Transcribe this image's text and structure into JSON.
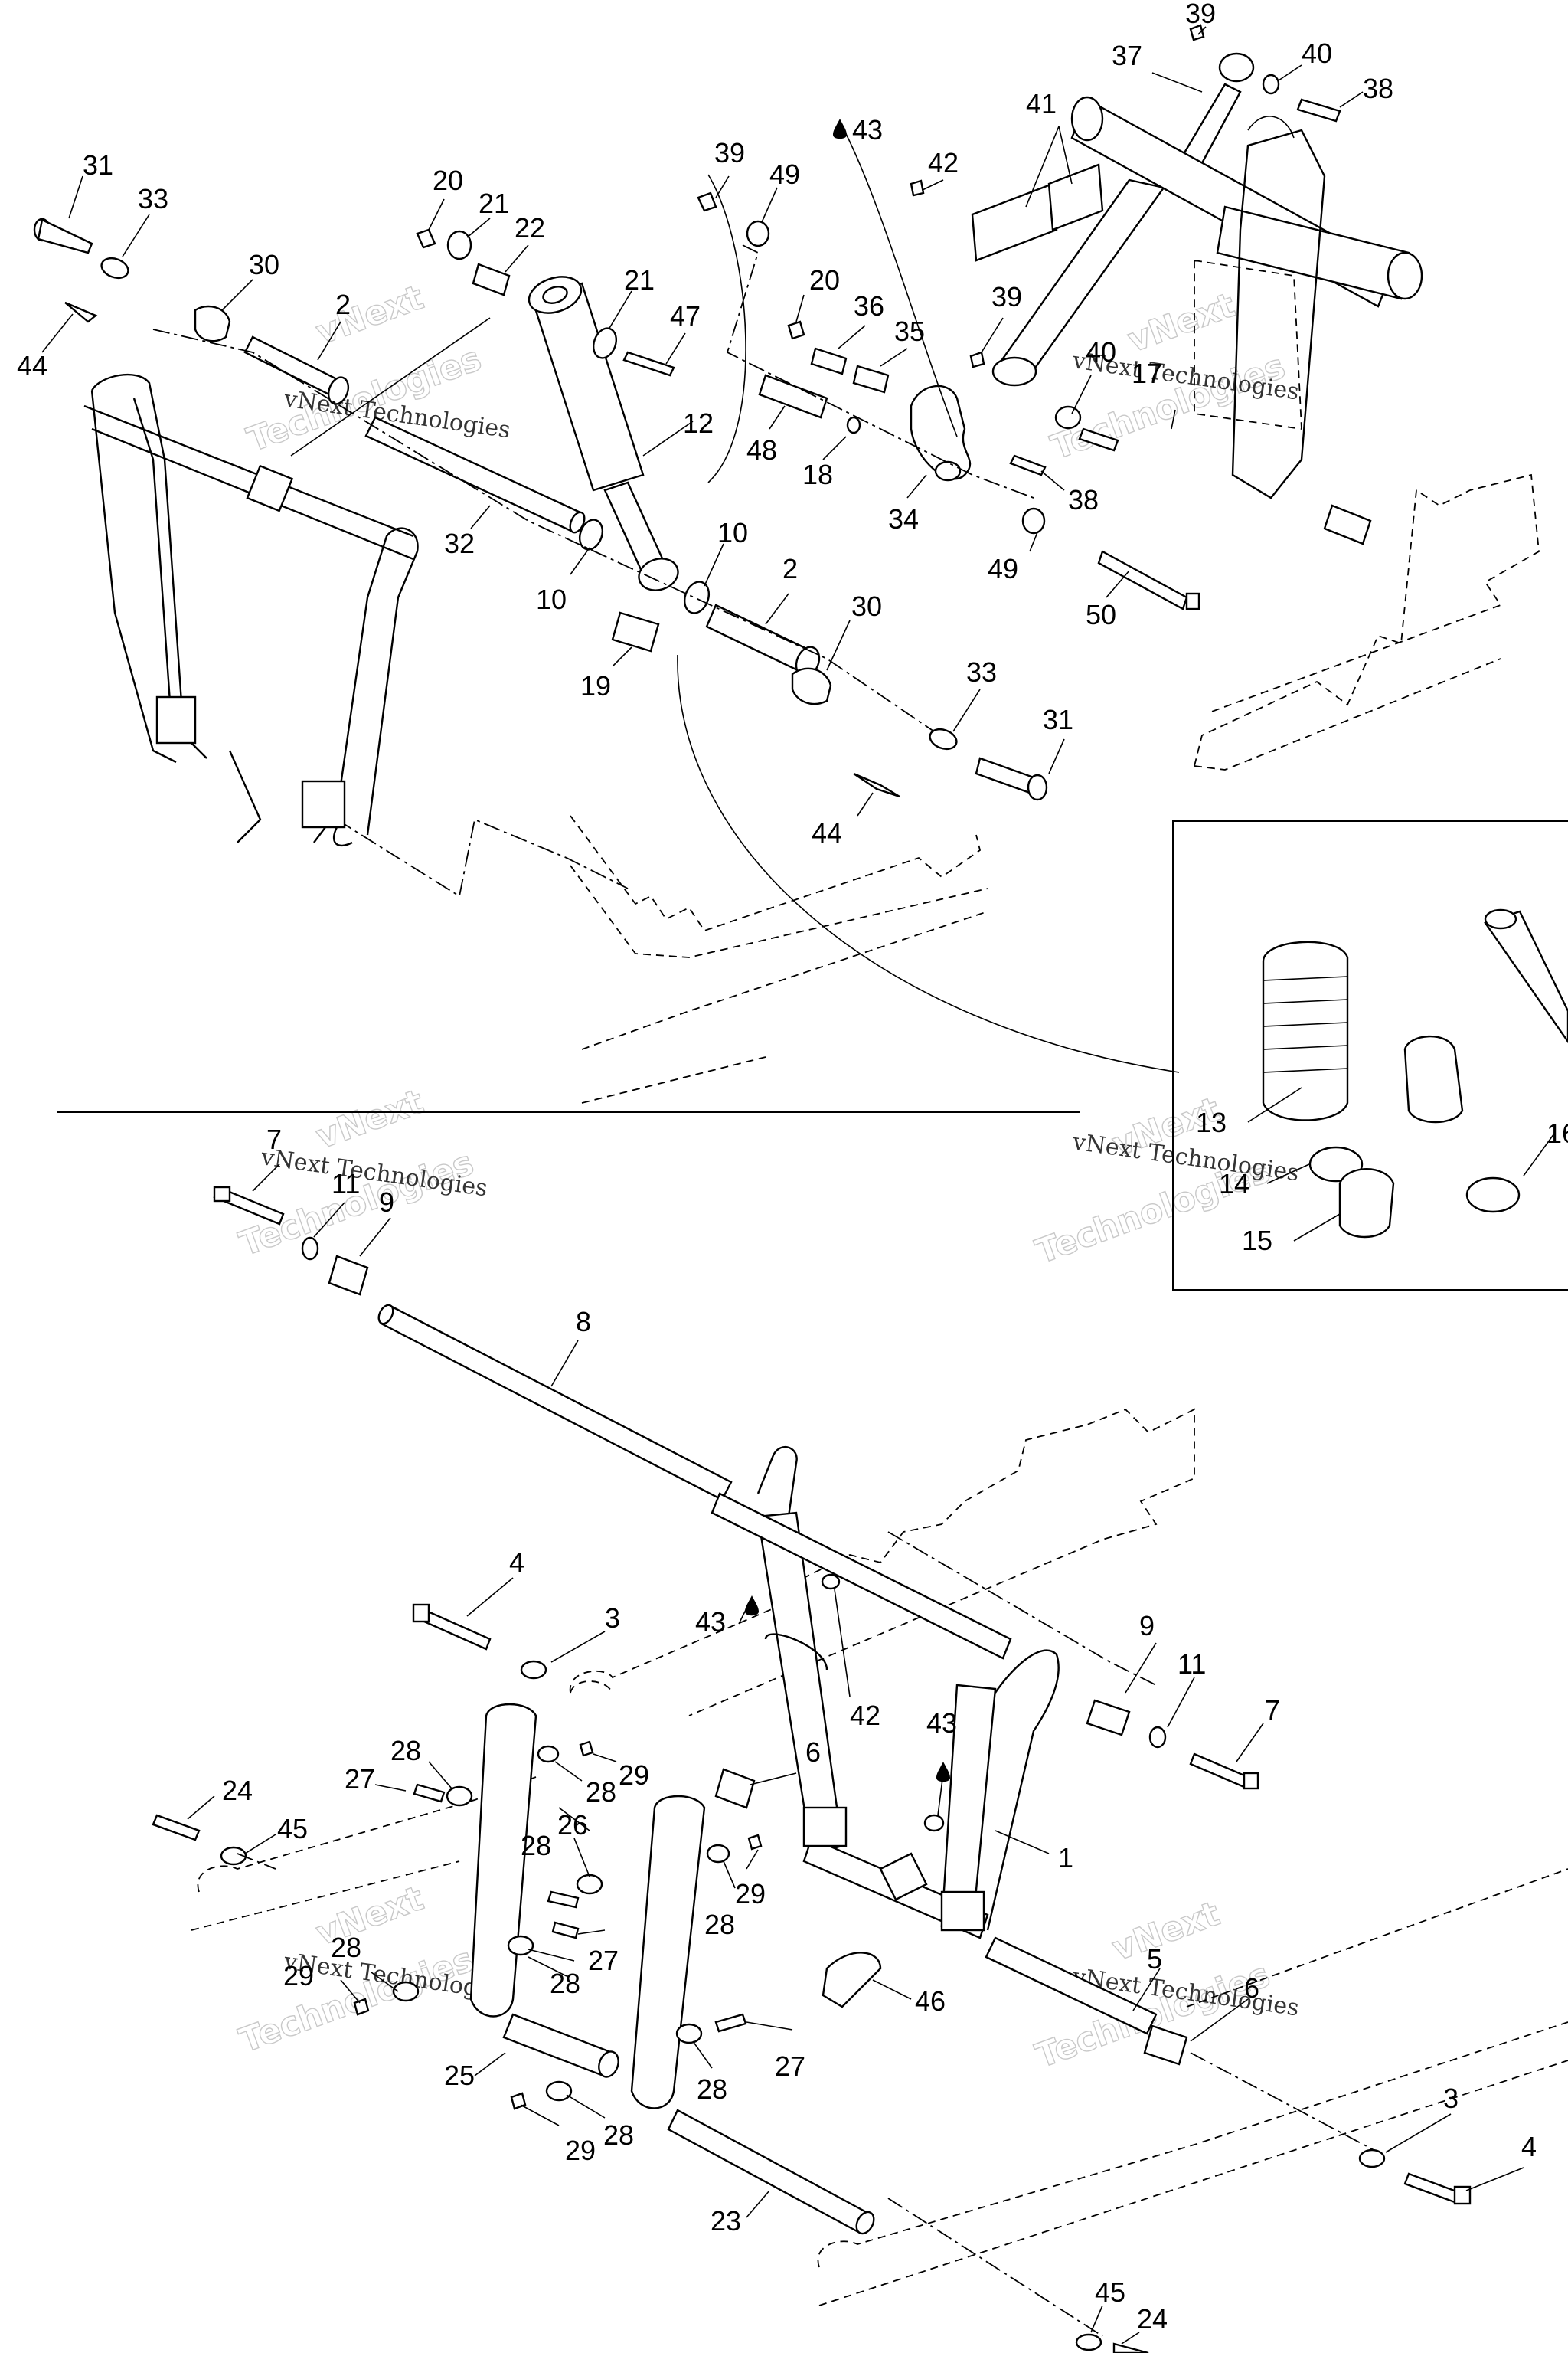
{
  "watermark": {
    "main": "vNext",
    "secondary": "Technologies",
    "caption": "vNext Technologies"
  },
  "callouts": {
    "c1": "31",
    "c2": "33",
    "c3": "30",
    "c4": "2",
    "c5": "44",
    "c6": "20",
    "c7": "21",
    "c8": "22",
    "c9": "21",
    "c10": "47",
    "c11": "12",
    "c12": "32",
    "c13": "10",
    "c14": "10",
    "c15": "2",
    "c16": "30",
    "c17": "19",
    "c18": "33",
    "c19": "31",
    "c20": "44",
    "c21": "39",
    "c22": "49",
    "c23": "43",
    "c24": "42",
    "c25": "20",
    "c26": "36",
    "c27": "35",
    "c28": "48",
    "c29": "18",
    "c30": "34",
    "c31": "38",
    "c32": "49",
    "c33": "50",
    "c34": "39",
    "c35": "37",
    "c36": "40",
    "c37": "38",
    "c38": "41",
    "c39": "39",
    "c40": "40",
    "c41": "17",
    "c42": "13",
    "c43": "14",
    "c44": "15",
    "c45": "16",
    "c46": "7",
    "c47": "11",
    "c48": "9",
    "c49": "8",
    "c50": "4",
    "c51": "3",
    "c52": "43",
    "c53": "42",
    "c54": "43",
    "c55": "6",
    "c56": "1",
    "c57": "9",
    "c58": "11",
    "c59": "7",
    "c60": "28",
    "c61": "27",
    "c62": "29",
    "c63": "28",
    "c64": "24",
    "c65": "45",
    "c66": "26",
    "c67": "28",
    "c68": "29",
    "c69": "28",
    "c70": "28",
    "c71": "27",
    "c72": "29",
    "c73": "28",
    "c74": "46",
    "c75": "5",
    "c76": "6",
    "c77": "25",
    "c78": "27",
    "c79": "28",
    "c80": "28",
    "c81": "29",
    "c82": "23",
    "c83": "3",
    "c84": "4",
    "c85": "45",
    "c86": "24"
  }
}
